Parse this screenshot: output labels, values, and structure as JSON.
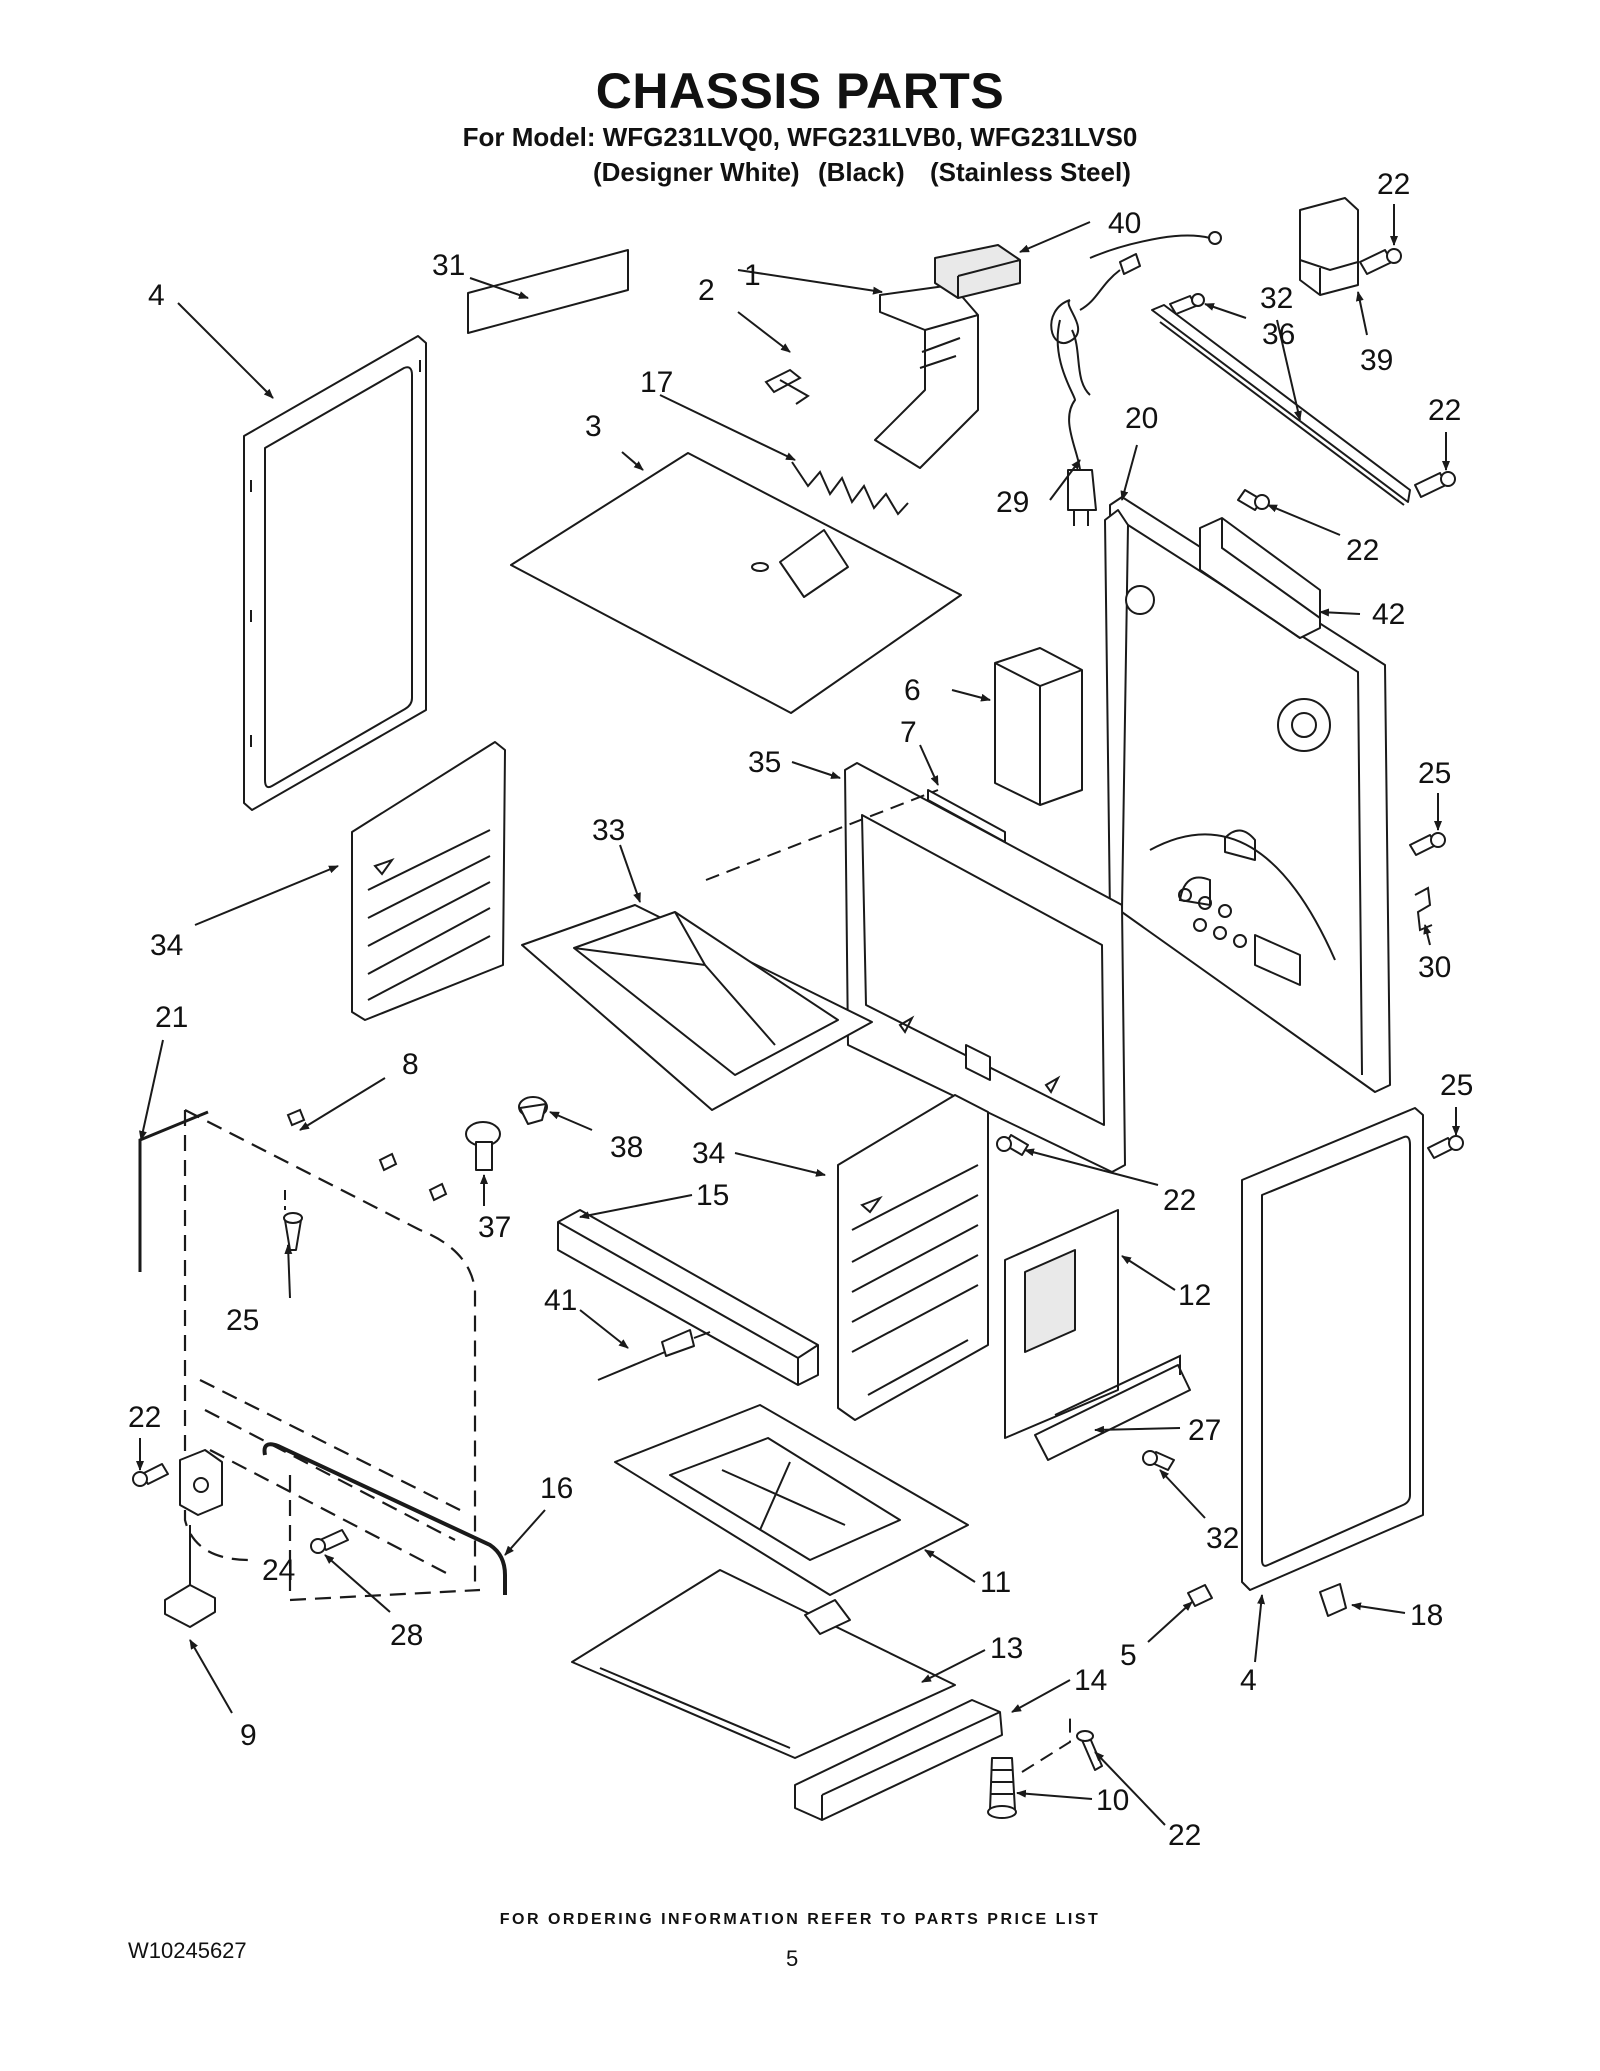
{
  "header": {
    "title": "CHASSIS PARTS",
    "model_line": "For Model: WFG231LVQ0, WFG231LVB0, WFG231LVS0",
    "variants": [
      "(Designer White)",
      "(Black)",
      "(Stainless Steel)"
    ]
  },
  "callouts": [
    {
      "id": "c1",
      "label": "1"
    },
    {
      "id": "c2",
      "label": "2"
    },
    {
      "id": "c3",
      "label": "3"
    },
    {
      "id": "c4a",
      "label": "4"
    },
    {
      "id": "c4b",
      "label": "4"
    },
    {
      "id": "c5",
      "label": "5"
    },
    {
      "id": "c6",
      "label": "6"
    },
    {
      "id": "c7",
      "label": "7"
    },
    {
      "id": "c8",
      "label": "8"
    },
    {
      "id": "c9",
      "label": "9"
    },
    {
      "id": "c10",
      "label": "10"
    },
    {
      "id": "c11",
      "label": "11"
    },
    {
      "id": "c12",
      "label": "12"
    },
    {
      "id": "c13",
      "label": "13"
    },
    {
      "id": "c14",
      "label": "14"
    },
    {
      "id": "c15",
      "label": "15"
    },
    {
      "id": "c16",
      "label": "16"
    },
    {
      "id": "c17",
      "label": "17"
    },
    {
      "id": "c18",
      "label": "18"
    },
    {
      "id": "c20",
      "label": "20"
    },
    {
      "id": "c21",
      "label": "21"
    },
    {
      "id": "c22a",
      "label": "22"
    },
    {
      "id": "c22b",
      "label": "22"
    },
    {
      "id": "c22c",
      "label": "22"
    },
    {
      "id": "c22d",
      "label": "22"
    },
    {
      "id": "c22e",
      "label": "22"
    },
    {
      "id": "c22f",
      "label": "22"
    },
    {
      "id": "c24",
      "label": "24"
    },
    {
      "id": "c25a",
      "label": "25"
    },
    {
      "id": "c25b",
      "label": "25"
    },
    {
      "id": "c25c",
      "label": "25"
    },
    {
      "id": "c27",
      "label": "27"
    },
    {
      "id": "c28",
      "label": "28"
    },
    {
      "id": "c29",
      "label": "29"
    },
    {
      "id": "c30",
      "label": "30"
    },
    {
      "id": "c31",
      "label": "31"
    },
    {
      "id": "c32a",
      "label": "32"
    },
    {
      "id": "c32b",
      "label": "32"
    },
    {
      "id": "c33",
      "label": "33"
    },
    {
      "id": "c34a",
      "label": "34"
    },
    {
      "id": "c34b",
      "label": "34"
    },
    {
      "id": "c35",
      "label": "35"
    },
    {
      "id": "c36",
      "label": "36"
    },
    {
      "id": "c37",
      "label": "37"
    },
    {
      "id": "c38",
      "label": "38"
    },
    {
      "id": "c39",
      "label": "39"
    },
    {
      "id": "c40",
      "label": "40"
    },
    {
      "id": "c41",
      "label": "41"
    },
    {
      "id": "c42",
      "label": "42"
    }
  ],
  "footer": {
    "ordering_note": "FOR ORDERING INFORMATION REFER TO PARTS PRICE LIST",
    "doc_number": "W10245627",
    "page_number": "5"
  }
}
